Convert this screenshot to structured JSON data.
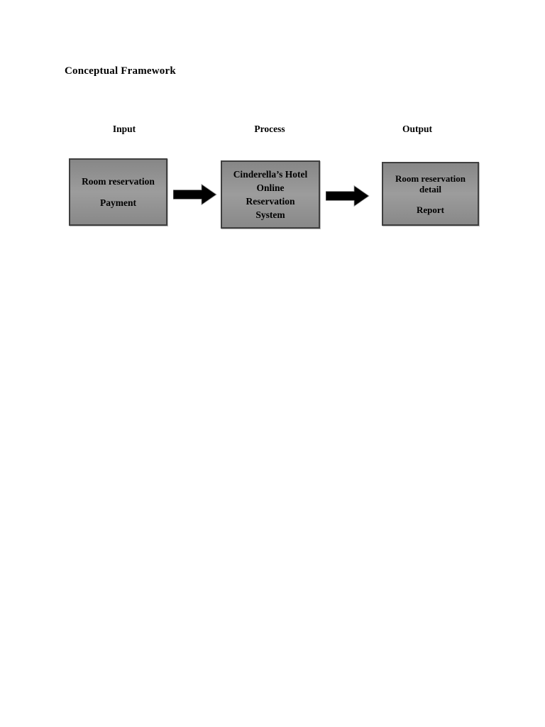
{
  "document": {
    "title": "Conceptual Framework"
  },
  "diagram": {
    "stages": [
      {
        "label": "Input",
        "lines": [
          "Room reservation",
          "Payment"
        ]
      },
      {
        "label": "Process",
        "lines": [
          "Cinderella’s Hotel",
          "Online",
          "Reservation",
          "System"
        ]
      },
      {
        "label": "Output",
        "lines": [
          "Room reservation detail",
          "Report"
        ]
      }
    ],
    "arrows": [
      {
        "name": "input-to-process",
        "direction": "right"
      },
      {
        "name": "process-to-output",
        "direction": "right"
      }
    ],
    "colors": {
      "page_background": "#ffffff",
      "box_fill": "#919191",
      "box_border": "#3f3f3f",
      "arrow": "#000000",
      "text": "#000000"
    }
  }
}
